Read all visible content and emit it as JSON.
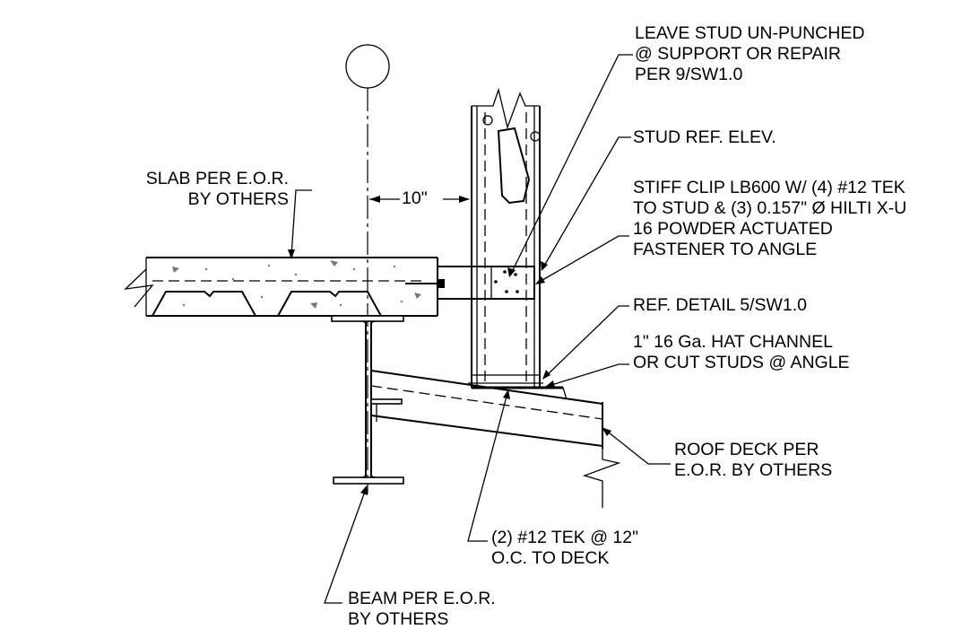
{
  "notes": {
    "stud_unpunched": [
      "LEAVE STUD UN-PUNCHED",
      "@ SUPPORT OR REPAIR",
      "PER 9/SW1.0"
    ],
    "stud_ref": [
      "STUD REF. ELEV."
    ],
    "stiff_clip": [
      "STIFF CLIP LB600 W/ (4) #12 TEK",
      "TO STUD & (3) 0.157\" Ø HILTI X-U",
      "16 POWDER ACTUATED",
      "FASTENER TO ANGLE"
    ],
    "ref_detail": [
      "REF. DETAIL 5/SW1.0"
    ],
    "hat_channel": [
      "1\" 16 Ga. HAT CHANNEL",
      "OR CUT STUDS @ ANGLE"
    ],
    "slab": [
      "SLAB PER E.O.R.",
      "BY OTHERS"
    ],
    "roof_deck": [
      "ROOF DECK PER",
      "E.O.R. BY OTHERS"
    ],
    "tek_deck": [
      "(2) #12 TEK @ 12\"",
      "O.C. TO DECK"
    ],
    "beam": [
      "BEAM PER E.O.R.",
      "BY OTHERS"
    ]
  },
  "dimension": {
    "offset": "10\""
  }
}
